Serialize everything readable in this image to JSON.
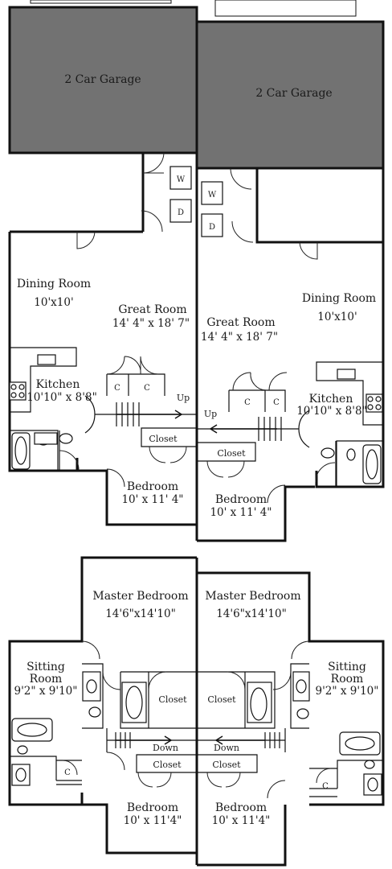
{
  "colors": {
    "garage_fill": "#727272",
    "wall": "#111111",
    "background": "#ffffff"
  },
  "first_floor": {
    "left_unit": {
      "garage": "2 Car Garage",
      "washer": "W",
      "dryer": "D",
      "dining_room": {
        "name": "Dining Room",
        "dim": "10'x10'"
      },
      "great_room": {
        "name": "Great Room",
        "dim": "14' 4\" x 18' 7\""
      },
      "kitchen": {
        "name": "Kitchen",
        "dim": "10'10\" x 8'8\""
      },
      "closet_c1": "C",
      "closet_c2": "C",
      "stairs_up": "Up",
      "closet": "Closet",
      "bedroom": {
        "name": "Bedroom",
        "dim": "10' x 11' 4\""
      }
    },
    "right_unit": {
      "garage": "2 Car Garage",
      "washer": "W",
      "dryer": "D",
      "dining_room": {
        "name": "Dining Room",
        "dim": "10'x10'"
      },
      "great_room": {
        "name": "Great Room",
        "dim": "14' 4\" x 18' 7\""
      },
      "kitchen": {
        "name": "Kitchen",
        "dim": "10'10\" x 8'8\""
      },
      "closet_c1": "C",
      "closet_c2": "C",
      "stairs_up": "Up",
      "closet": "Closet",
      "bedroom": {
        "name": "Bedroom",
        "dim": "10' x 11' 4\""
      }
    }
  },
  "second_floor": {
    "left_unit": {
      "master_bedroom": {
        "name": "Master Bedroom",
        "dim": "14'6\"x14'10\""
      },
      "sitting_room": {
        "name_line1": "Sitting",
        "name_line2": "Room",
        "dim": "9'2\" x 9'10\""
      },
      "closet_master": "Closet",
      "stairs_down": "Down",
      "closet_hall": "Closet",
      "closet_c": "C",
      "bedroom": {
        "name": "Bedroom",
        "dim": "10' x 11'4\""
      }
    },
    "right_unit": {
      "master_bedroom": {
        "name": "Master Bedroom",
        "dim": "14'6\"x14'10\""
      },
      "sitting_room": {
        "name_line1": "Sitting",
        "name_line2": "Room",
        "dim": "9'2\" x 9'10\""
      },
      "closet_master": "Closet",
      "stairs_down": "Down",
      "closet_hall": "Closet",
      "closet_c": "C",
      "bedroom": {
        "name": "Bedroom",
        "dim": "10' x 11'4\""
      }
    }
  }
}
